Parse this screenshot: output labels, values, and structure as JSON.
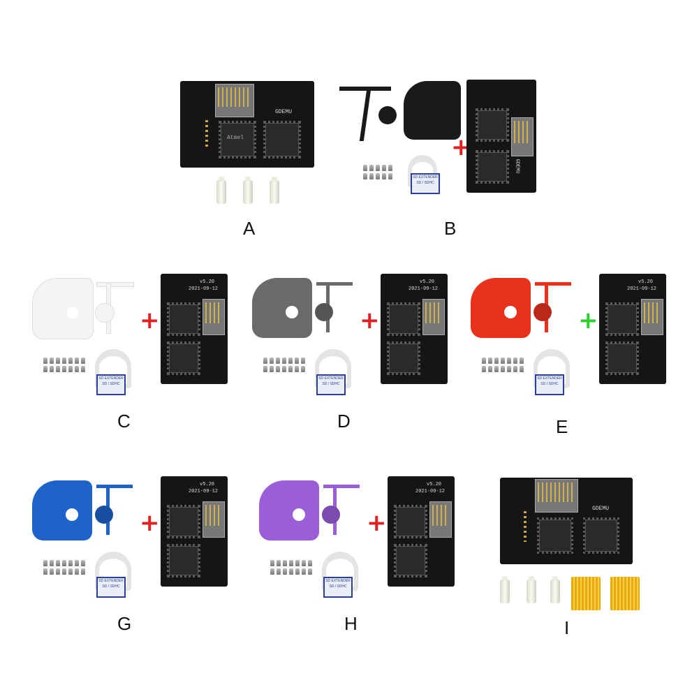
{
  "panels": [
    {
      "id": "A",
      "label": "A"
    },
    {
      "id": "B",
      "label": "B"
    },
    {
      "id": "C",
      "label": "C"
    },
    {
      "id": "D",
      "label": "D"
    },
    {
      "id": "E",
      "label": "E"
    },
    {
      "id": "G",
      "label": "G"
    },
    {
      "id": "H",
      "label": "H"
    },
    {
      "id": "I",
      "label": "I"
    }
  ],
  "board": {
    "name": "GDEMU",
    "version": "v5.20",
    "date": "2021-09-12",
    "chip_brand": "Atmel"
  },
  "sd_extender": {
    "line1": "SD EXTENDER",
    "line2": "SD / SDHC"
  },
  "case_colors": {
    "B": "#1a1a1a",
    "C": "#f4f4f4",
    "D": "#6a6a6a",
    "E": "#e8321e",
    "G": "#1f63c8",
    "H": "#9a5ed8"
  },
  "plus_colors": {
    "B": "#e02020",
    "C": "#e02020",
    "D": "#e02020",
    "E": "#2bd12b",
    "G": "#e02020",
    "H": "#e02020"
  }
}
